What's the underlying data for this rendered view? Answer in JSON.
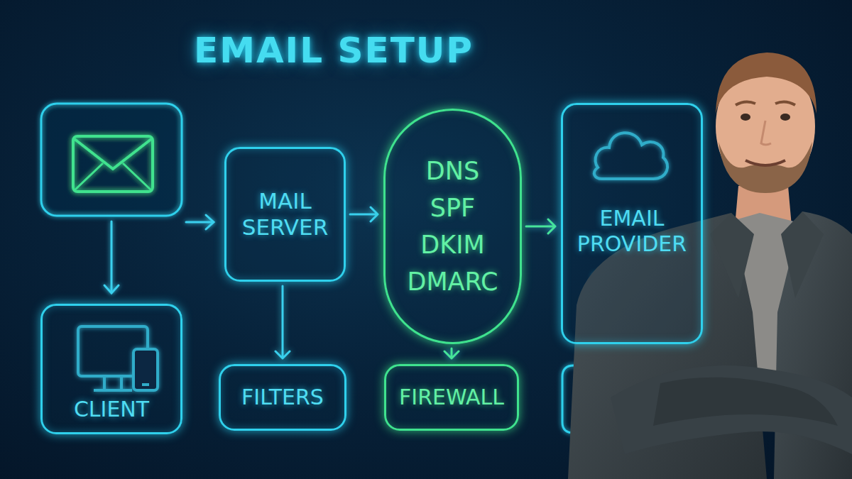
{
  "diagram": {
    "title": "EMAIL SETUP",
    "nodes": [
      {
        "text": [
          "MAIL SERVER"
        ]
      },
      {
        "text": [
          "DNS",
          "SPF",
          "DKIM",
          "DMARC"
        ]
      },
      {
        "text": [
          "EMAIL PROVIDER"
        ]
      },
      {
        "text": [
          "CLIENT"
        ]
      },
      {
        "text": [
          "FILTERS"
        ]
      },
      {
        "text": [
          "FIREWALL"
        ]
      }
    ],
    "edges": [
      {
        "from": 0,
        "to": 1,
        "arrow": "to"
      },
      {
        "from": 1,
        "to": 2,
        "arrow": "to"
      },
      {
        "from": 0,
        "to": 4,
        "arrow": "to"
      },
      {
        "from": 1,
        "to": 5,
        "arrow": "to"
      }
    ]
  }
}
